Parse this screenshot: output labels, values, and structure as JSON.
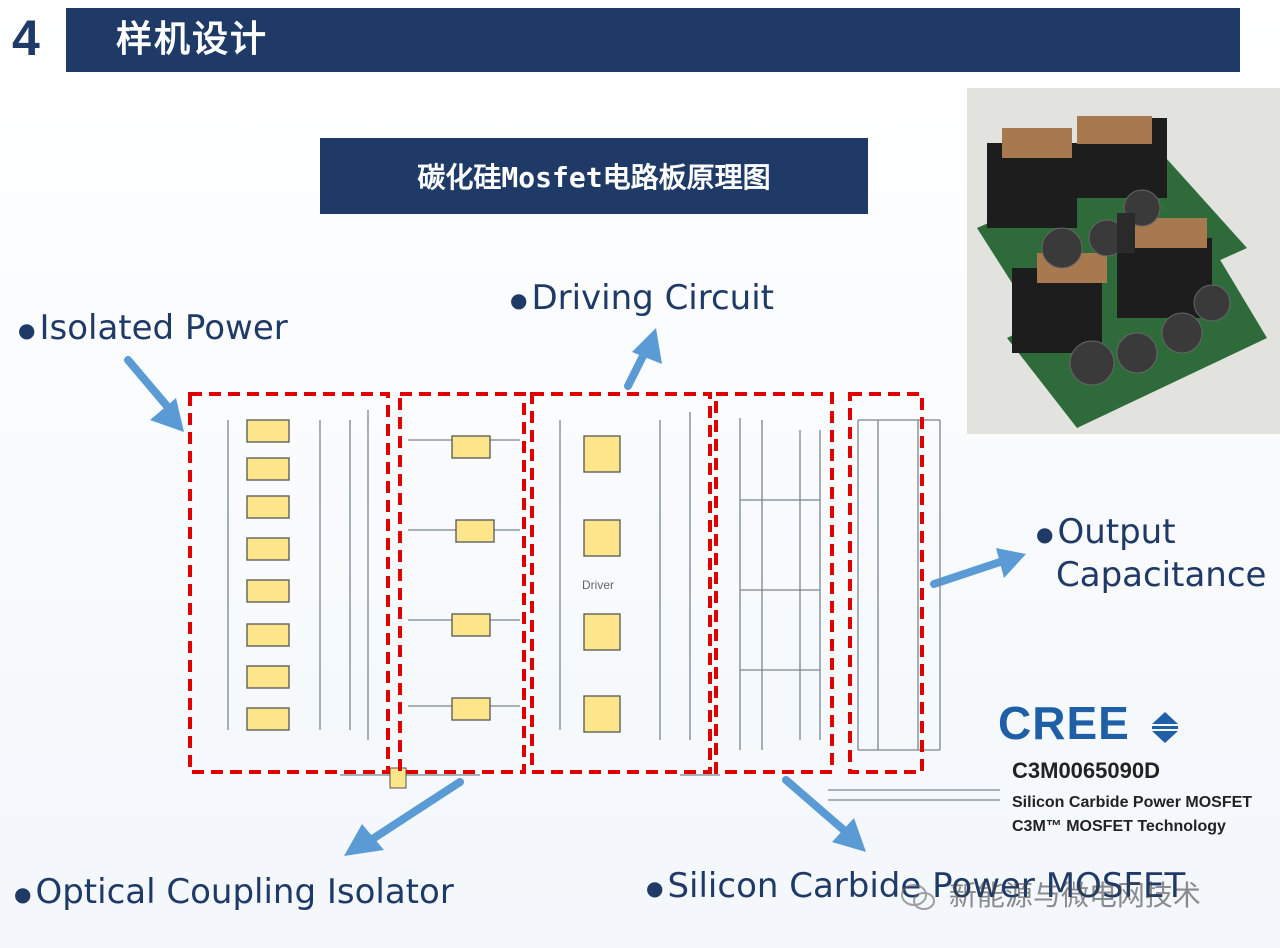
{
  "header": {
    "section_number": "4",
    "title": "样机设计",
    "bar_color": "#1f3a67"
  },
  "subtitle": "碳化硅Mosfet电路板原理图",
  "labels": {
    "isolated_power": "Isolated Power",
    "driving_circuit": "Driving Circuit",
    "output_capacitance_1": "Output",
    "output_capacitance_2": "Capacitance",
    "optical_coupling_isolator": "Optical Coupling Isolator",
    "silicon_carbide": "Silicon Carbide Power MOSFET"
  },
  "schematic": {
    "block_labels": [
      "Driver"
    ],
    "outline_color": "#e00000",
    "arrow_color": "#5b9bd5"
  },
  "cree": {
    "logo": "CREE",
    "part_number": "C3M0065090D",
    "desc_line1": "Silicon Carbide Power MOSFET",
    "desc_line2": "C3M™ MOSFET Technology"
  },
  "watermark": "新能源与微电网技术",
  "icons": {
    "bullet": "bullet-dot-icon",
    "arrow": "arrow-icon",
    "wechat": "wechat-icon"
  }
}
